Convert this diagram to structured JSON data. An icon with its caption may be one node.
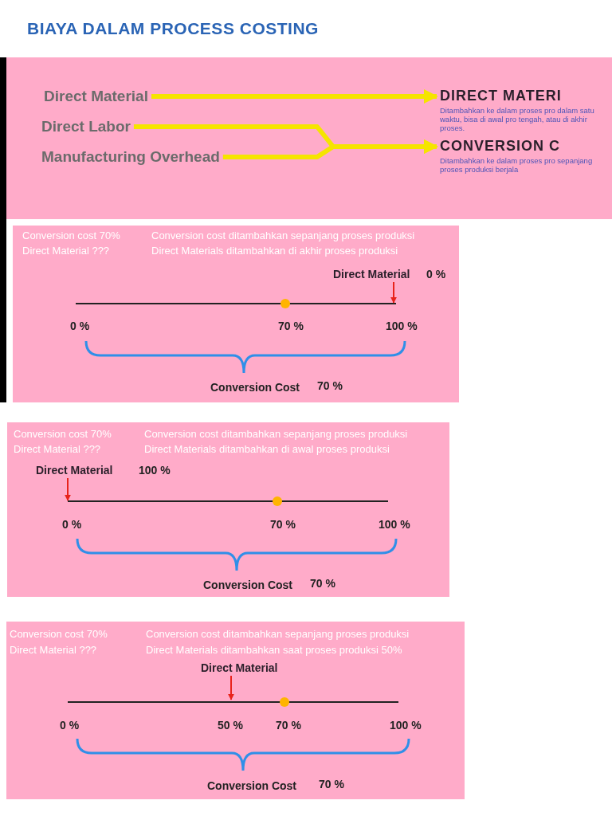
{
  "diagram": {
    "title": "BIAYA DALAM PROCESS COSTING",
    "nodes": [
      {
        "text": [
          "Direct Material"
        ]
      },
      {
        "text": [
          "Direct Labor"
        ]
      },
      {
        "text": [
          "Manufacturing Overhead"
        ]
      },
      {
        "text": [
          "DIRECT MATERI",
          "Ditambahkan ke dalam proses pro dalam satu waktu, bisa di awal pro tengah, atau di akhir proses."
        ]
      },
      {
        "text": [
          "CONVERSION C",
          "Ditambahkan ke dalam proses pro sepanjang proses produksi berjala"
        ]
      },
      {
        "text": [
          "Direct Material"
        ],
        "beside": [
          "0 %"
        ]
      },
      {
        "text": [
          "Direct Material"
        ],
        "beside": [
          "100 %"
        ]
      },
      {
        "text": [
          "Direct Material"
        ]
      }
    ],
    "edges": [
      {
        "from": 0,
        "to": 3,
        "arrow": "to",
        "style": "thick",
        "color": "#f5e400"
      },
      {
        "from": 1,
        "to": 4,
        "arrow": "to",
        "style": "thick",
        "color": "#f5e400"
      },
      {
        "from": 2,
        "to": 4,
        "arrow": "to",
        "style": "thick",
        "color": "#f5e400"
      },
      {
        "from": 5,
        "to": null,
        "arrow": "to",
        "color": "#e8231b"
      },
      {
        "from": 6,
        "to": null,
        "arrow": "to",
        "color": "#e8231b"
      },
      {
        "from": 7,
        "to": null,
        "arrow": "to",
        "color": "#e8231b"
      }
    ],
    "labels": [
      "Conversion cost 70%",
      "Conversion cost ditambahkan sepanjang proses produksi",
      "Direct Material ???",
      "Direct Materials ditambahkan di akhir proses produksi",
      "0 %",
      "70 %",
      "100 %",
      "Conversion Cost",
      "70 %",
      "Conversion cost 70%",
      "Conversion cost ditambahkan sepanjang proses produksi",
      "Direct Material ???",
      "Direct Materials ditambahkan di awal proses produksi",
      "0 %",
      "70 %",
      "100 %",
      "Conversion Cost",
      "70 %",
      "Conversion cost 70%",
      "Conversion cost ditambahkan sepanjang proses produksi",
      "Direct Material ???",
      "Direct Materials ditambahkan saat proses produksi 50%",
      "0 %",
      "50 %",
      "70 %",
      "100 %",
      "Conversion Cost",
      "70 %"
    ]
  }
}
